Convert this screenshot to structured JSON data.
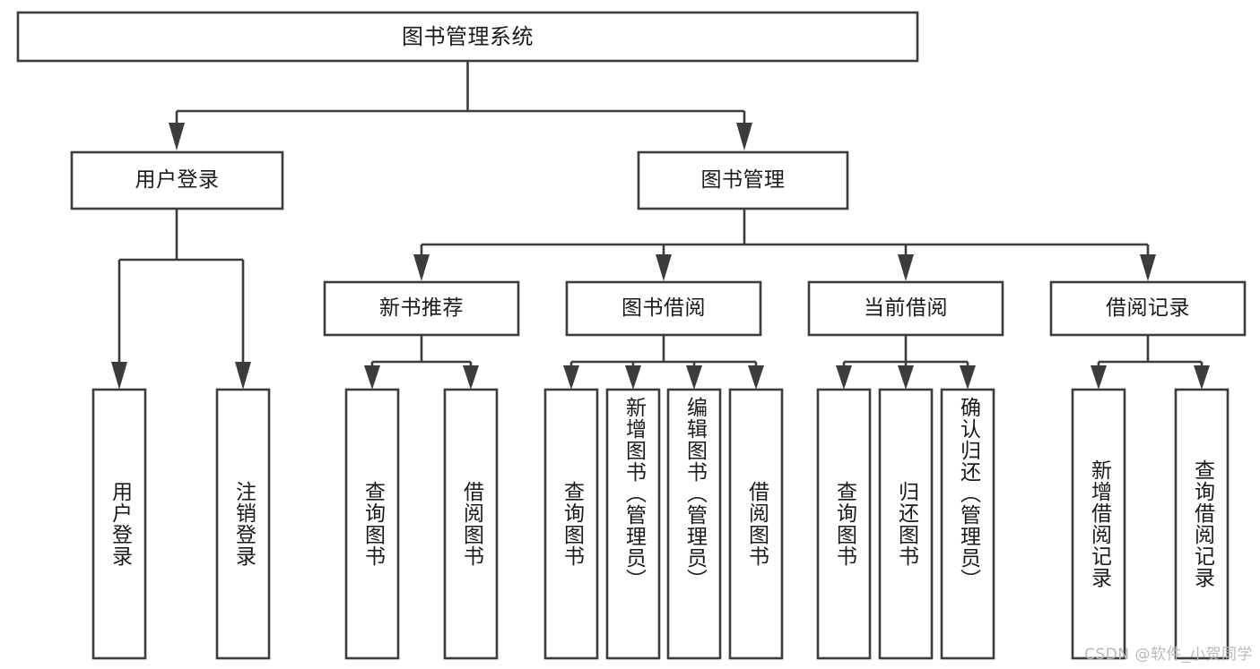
{
  "diagram": {
    "type": "tree",
    "title": "图书管理系统",
    "root": {
      "id": "root",
      "label": "图书管理系统"
    },
    "level1": [
      {
        "id": "user-login",
        "label": "用户登录"
      },
      {
        "id": "book-management",
        "label": "图书管理"
      }
    ],
    "level2": [
      {
        "id": "new-book-recommend",
        "label": "新书推荐",
        "parent": "book-management"
      },
      {
        "id": "book-borrow",
        "label": "图书借阅",
        "parent": "book-management"
      },
      {
        "id": "current-borrow",
        "label": "当前借阅",
        "parent": "book-management"
      },
      {
        "id": "borrow-record",
        "label": "借阅记录",
        "parent": "book-management"
      }
    ],
    "leaves": [
      {
        "id": "leaf-user-login",
        "label": "用户登录",
        "parent": "user-login"
      },
      {
        "id": "leaf-logout-login",
        "label": "注销登录",
        "parent": "user-login"
      },
      {
        "id": "leaf-query-book-1",
        "label": "查询图书",
        "parent": "new-book-recommend"
      },
      {
        "id": "leaf-borrow-book-1",
        "label": "借阅图书",
        "parent": "new-book-recommend"
      },
      {
        "id": "leaf-query-book-2",
        "label": "查询图书",
        "parent": "book-borrow"
      },
      {
        "id": "leaf-add-book",
        "label": "新增图书（管理员）",
        "parent": "book-borrow"
      },
      {
        "id": "leaf-edit-book",
        "label": "编辑图书（管理员）",
        "parent": "book-borrow"
      },
      {
        "id": "leaf-borrow-book-2",
        "label": "借阅图书",
        "parent": "book-borrow"
      },
      {
        "id": "leaf-query-book-3",
        "label": "查询图书",
        "parent": "current-borrow"
      },
      {
        "id": "leaf-return-book",
        "label": "归还图书",
        "parent": "current-borrow"
      },
      {
        "id": "leaf-confirm-return",
        "label": "确认归还（管理员）",
        "parent": "current-borrow"
      },
      {
        "id": "leaf-add-borrow-record",
        "label": "新增借阅记录",
        "parent": "borrow-record"
      },
      {
        "id": "leaf-query-borrow-record",
        "label": "查询借阅记录",
        "parent": "borrow-record"
      }
    ],
    "colors": {
      "stroke": "#3c3c3c",
      "fill": "#ffffff",
      "text": "#1a1a1a",
      "watermark": "#b9b9b9"
    }
  },
  "watermark": {
    "text": "CSDN @软件_小贺同学"
  }
}
